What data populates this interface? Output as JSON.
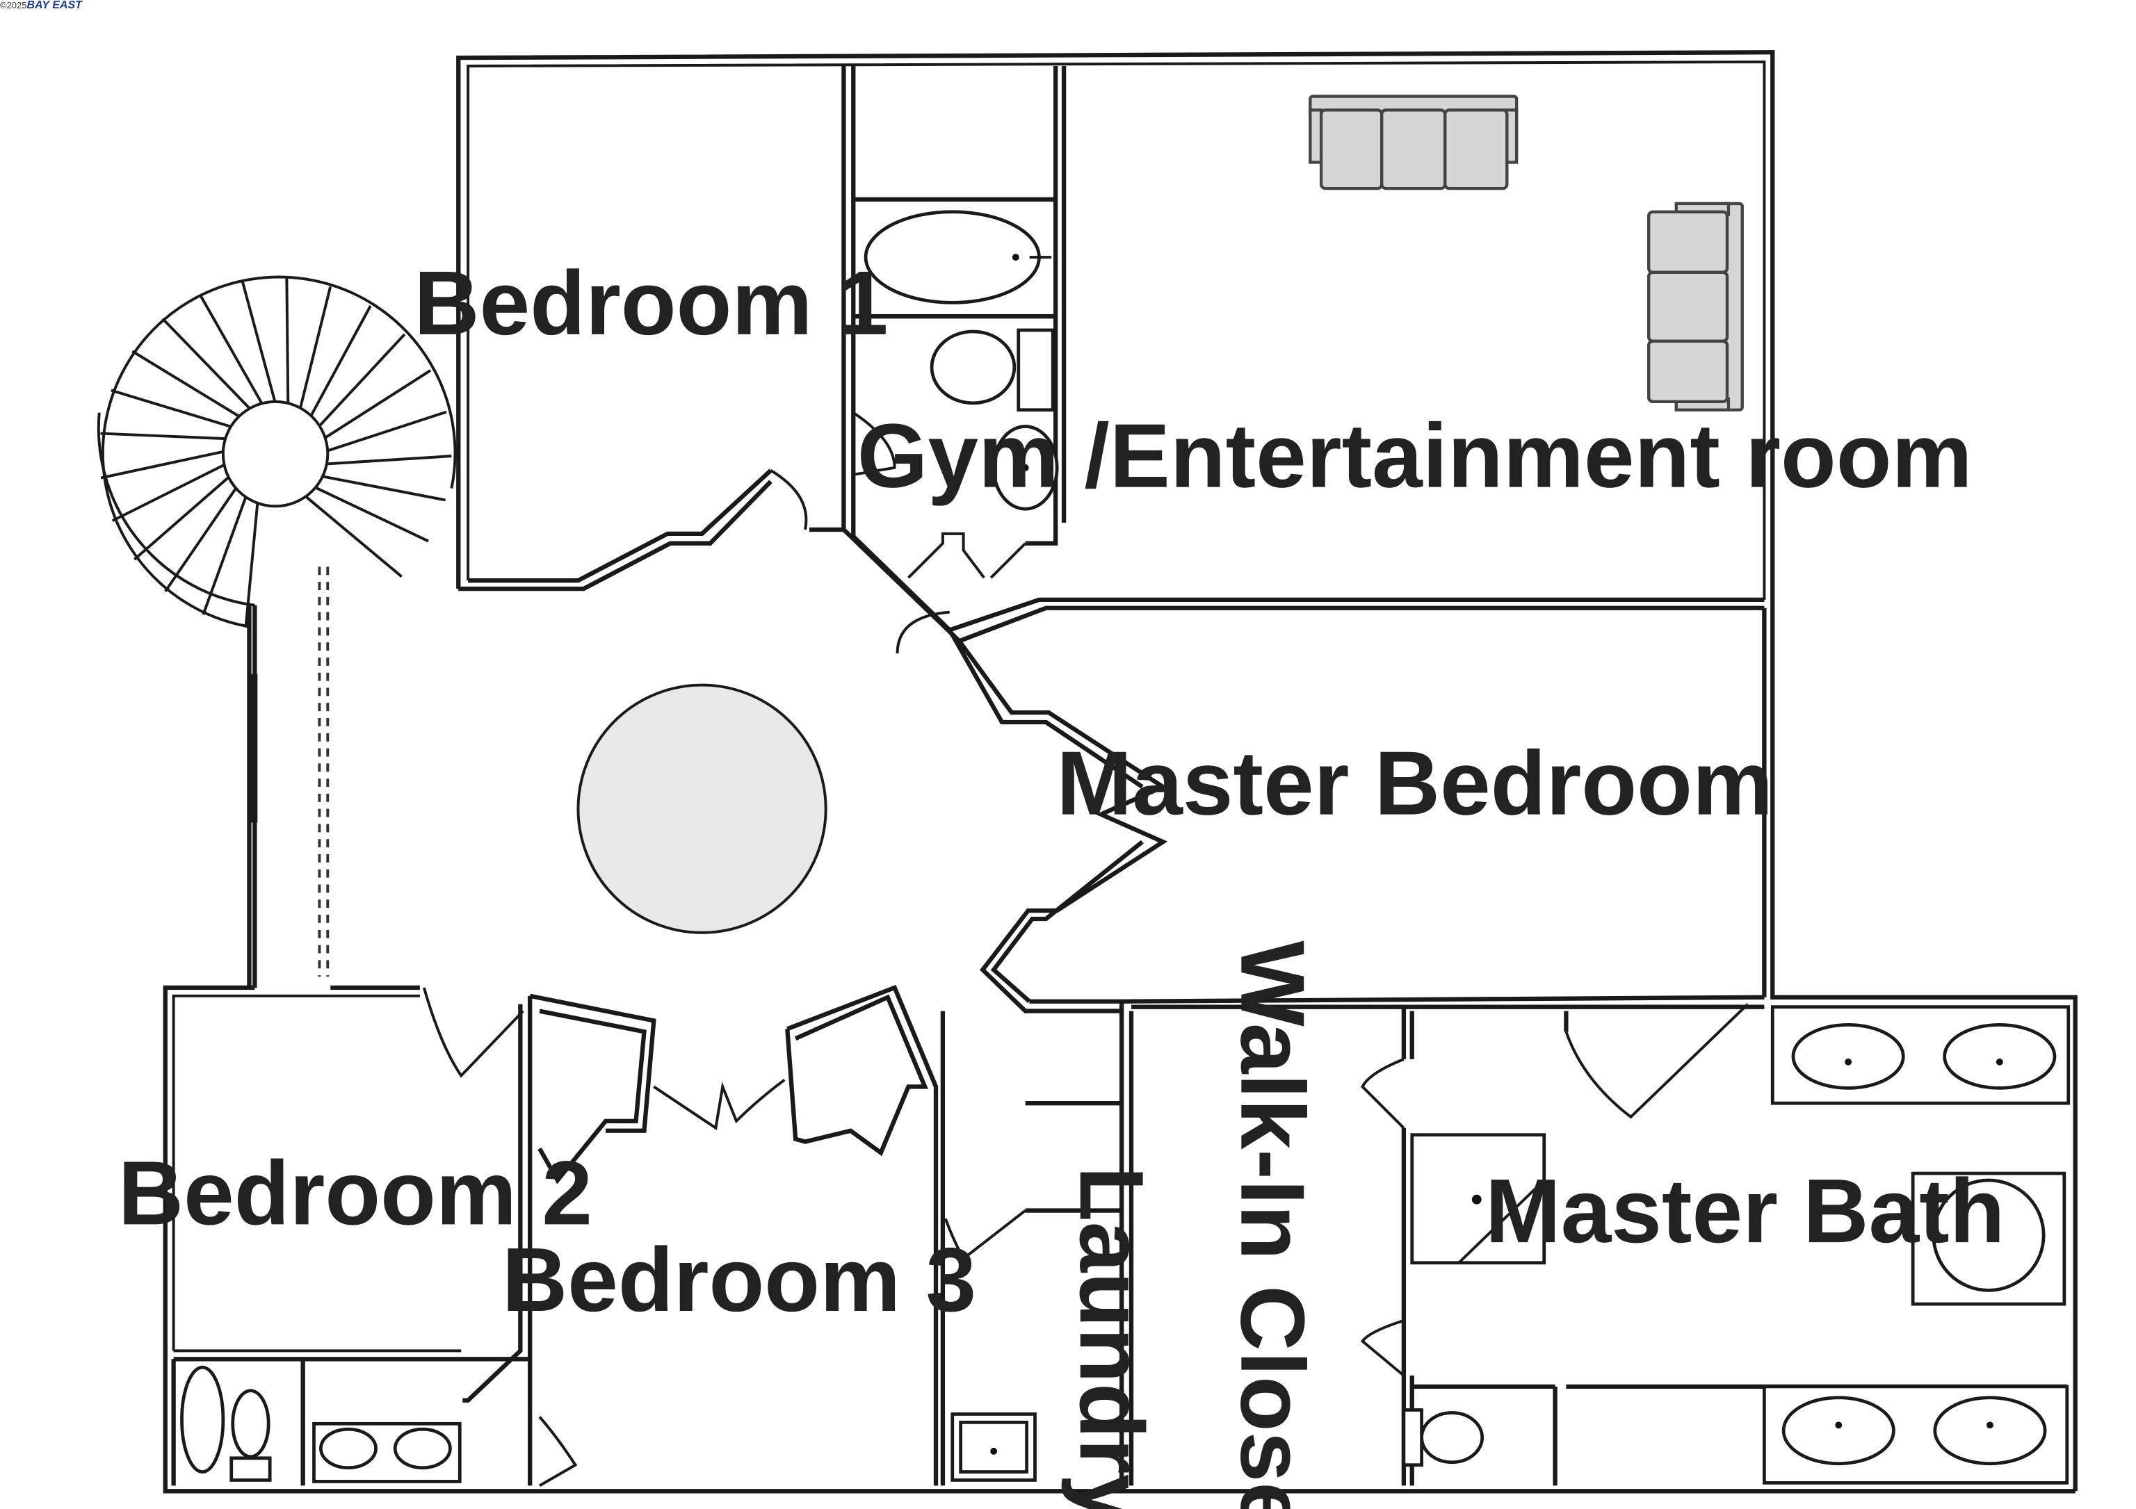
{
  "watermark": {
    "prefix": "©2025",
    "brand": "BAY EAST"
  },
  "rooms": {
    "bedroom1": "Bedroom 1",
    "gym": "Gym /Entertainment room",
    "master_bedroom": "Master Bedroom",
    "bedroom2": "Bedroom 2",
    "bedroom3": "Bedroom 3",
    "laundry": "Laundry",
    "walkin_closet": "Walk-In Closet",
    "master_bath": "Master Bath"
  },
  "colors": {
    "walls": "#1a1a1a",
    "furniture_fill": "#d6d6d6",
    "round_table_fill": "#e8e8e8",
    "label_text": "#222222"
  }
}
